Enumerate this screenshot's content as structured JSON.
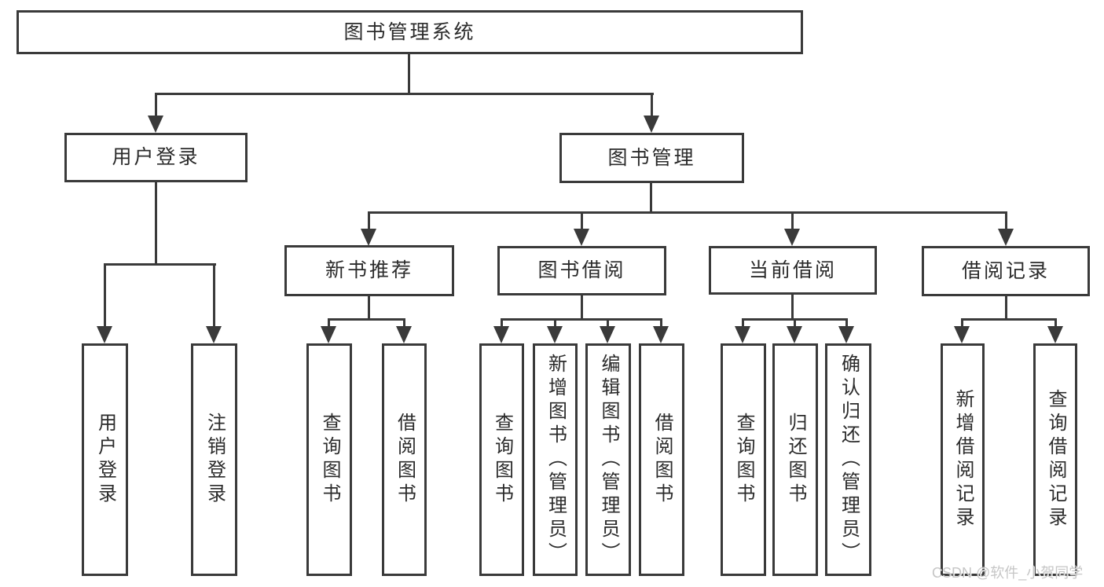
{
  "tree": {
    "label": "图书管理系统",
    "children": [
      {
        "label": "用户登录",
        "children": [
          {
            "label": "用户登录"
          },
          {
            "label": "注销登录"
          }
        ]
      },
      {
        "label": "图书管理",
        "children": [
          {
            "label": "新书推荐",
            "children": [
              {
                "label": "查询图书"
              },
              {
                "label": "借阅图书"
              }
            ]
          },
          {
            "label": "图书借阅",
            "children": [
              {
                "label": "查询图书"
              },
              {
                "label": "新增图书（管理员）"
              },
              {
                "label": "编辑图书（管理员）"
              },
              {
                "label": "借阅图书"
              }
            ]
          },
          {
            "label": "当前借阅",
            "children": [
              {
                "label": "查询图书"
              },
              {
                "label": "归还图书"
              },
              {
                "label": "确认归还（管理员）"
              }
            ]
          },
          {
            "label": "借阅记录",
            "children": [
              {
                "label": "新增借阅记录"
              },
              {
                "label": "查询借阅记录"
              }
            ]
          }
        ]
      }
    ]
  },
  "watermark": {
    "text": "CSDN @软件_小贺同学"
  },
  "colors": {
    "line": "#3a3a3a",
    "text": "#2b2b2b",
    "background": "#ffffff",
    "watermark": "#c6c6c6"
  }
}
